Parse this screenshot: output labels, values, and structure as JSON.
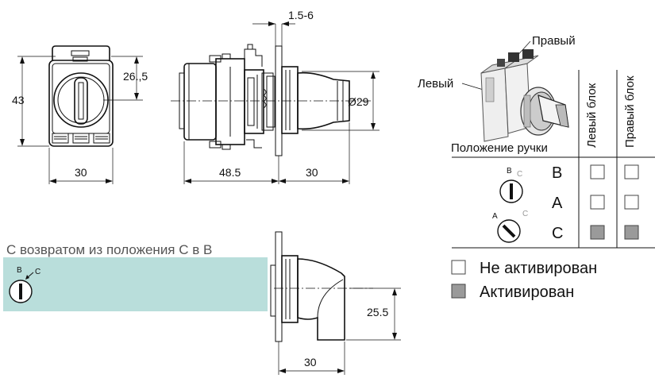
{
  "dimensions": {
    "height_43": "43",
    "height_26_5": "26.,5",
    "width_30_front": "30",
    "width_48_5": "48.5",
    "width_30_side": "30",
    "panel_1_5_6": "1.5-6",
    "diameter_29": "Ø29",
    "height_25_5": "25.5",
    "width_30_bottom": "30"
  },
  "photo_labels": {
    "right": "Правый",
    "left": "Левый"
  },
  "table": {
    "header_position": "Положение ручки",
    "col_left": "Левый блок",
    "col_right": "Правый блок",
    "rows": [
      {
        "label": "B",
        "left_state": "inactive",
        "right_state": "inactive"
      },
      {
        "label": "A",
        "left_state": "inactive",
        "right_state": "inactive"
      },
      {
        "label": "C",
        "left_state": "active",
        "right_state": "active"
      }
    ],
    "icon_letters": {
      "b": "B",
      "c": "C",
      "a": "A"
    }
  },
  "legend": {
    "inactive": "Не активирован",
    "active": "Активирован",
    "inactive_color": "#ffffff",
    "active_color": "#9a9a9a"
  },
  "return_panel": {
    "text": "С возвратом из положения С в В",
    "bg_color": "#b9dedb",
    "letter_b": "B",
    "letter_c": "C"
  }
}
